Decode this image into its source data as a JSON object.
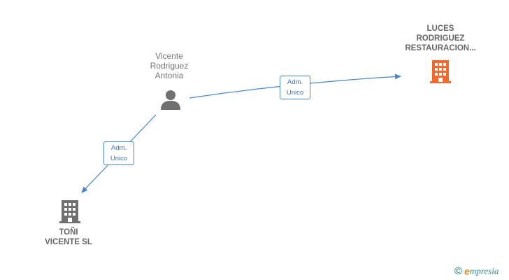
{
  "nodes": {
    "person": {
      "label": "Vicente\nRodriguez\nAntonia",
      "icon": "person-icon",
      "color": "#707070"
    },
    "company_top": {
      "label": "LUCES\nRODRIGUEZ\nRESTAURACION...",
      "icon": "building-icon",
      "color": "#f26a2e"
    },
    "company_bottom": {
      "label": "TOÑI\nVICENTE SL",
      "icon": "building-icon",
      "color": "#707070"
    }
  },
  "edges": [
    {
      "from": "person",
      "to": "company_top",
      "label": "Adm.\nUnico"
    },
    {
      "from": "person",
      "to": "company_bottom",
      "label": "Adm.\nUnico"
    }
  ],
  "colors": {
    "edge": "#4a86c8"
  },
  "brand": {
    "copyright": "©",
    "e": "e",
    "rest": "mpresia"
  }
}
